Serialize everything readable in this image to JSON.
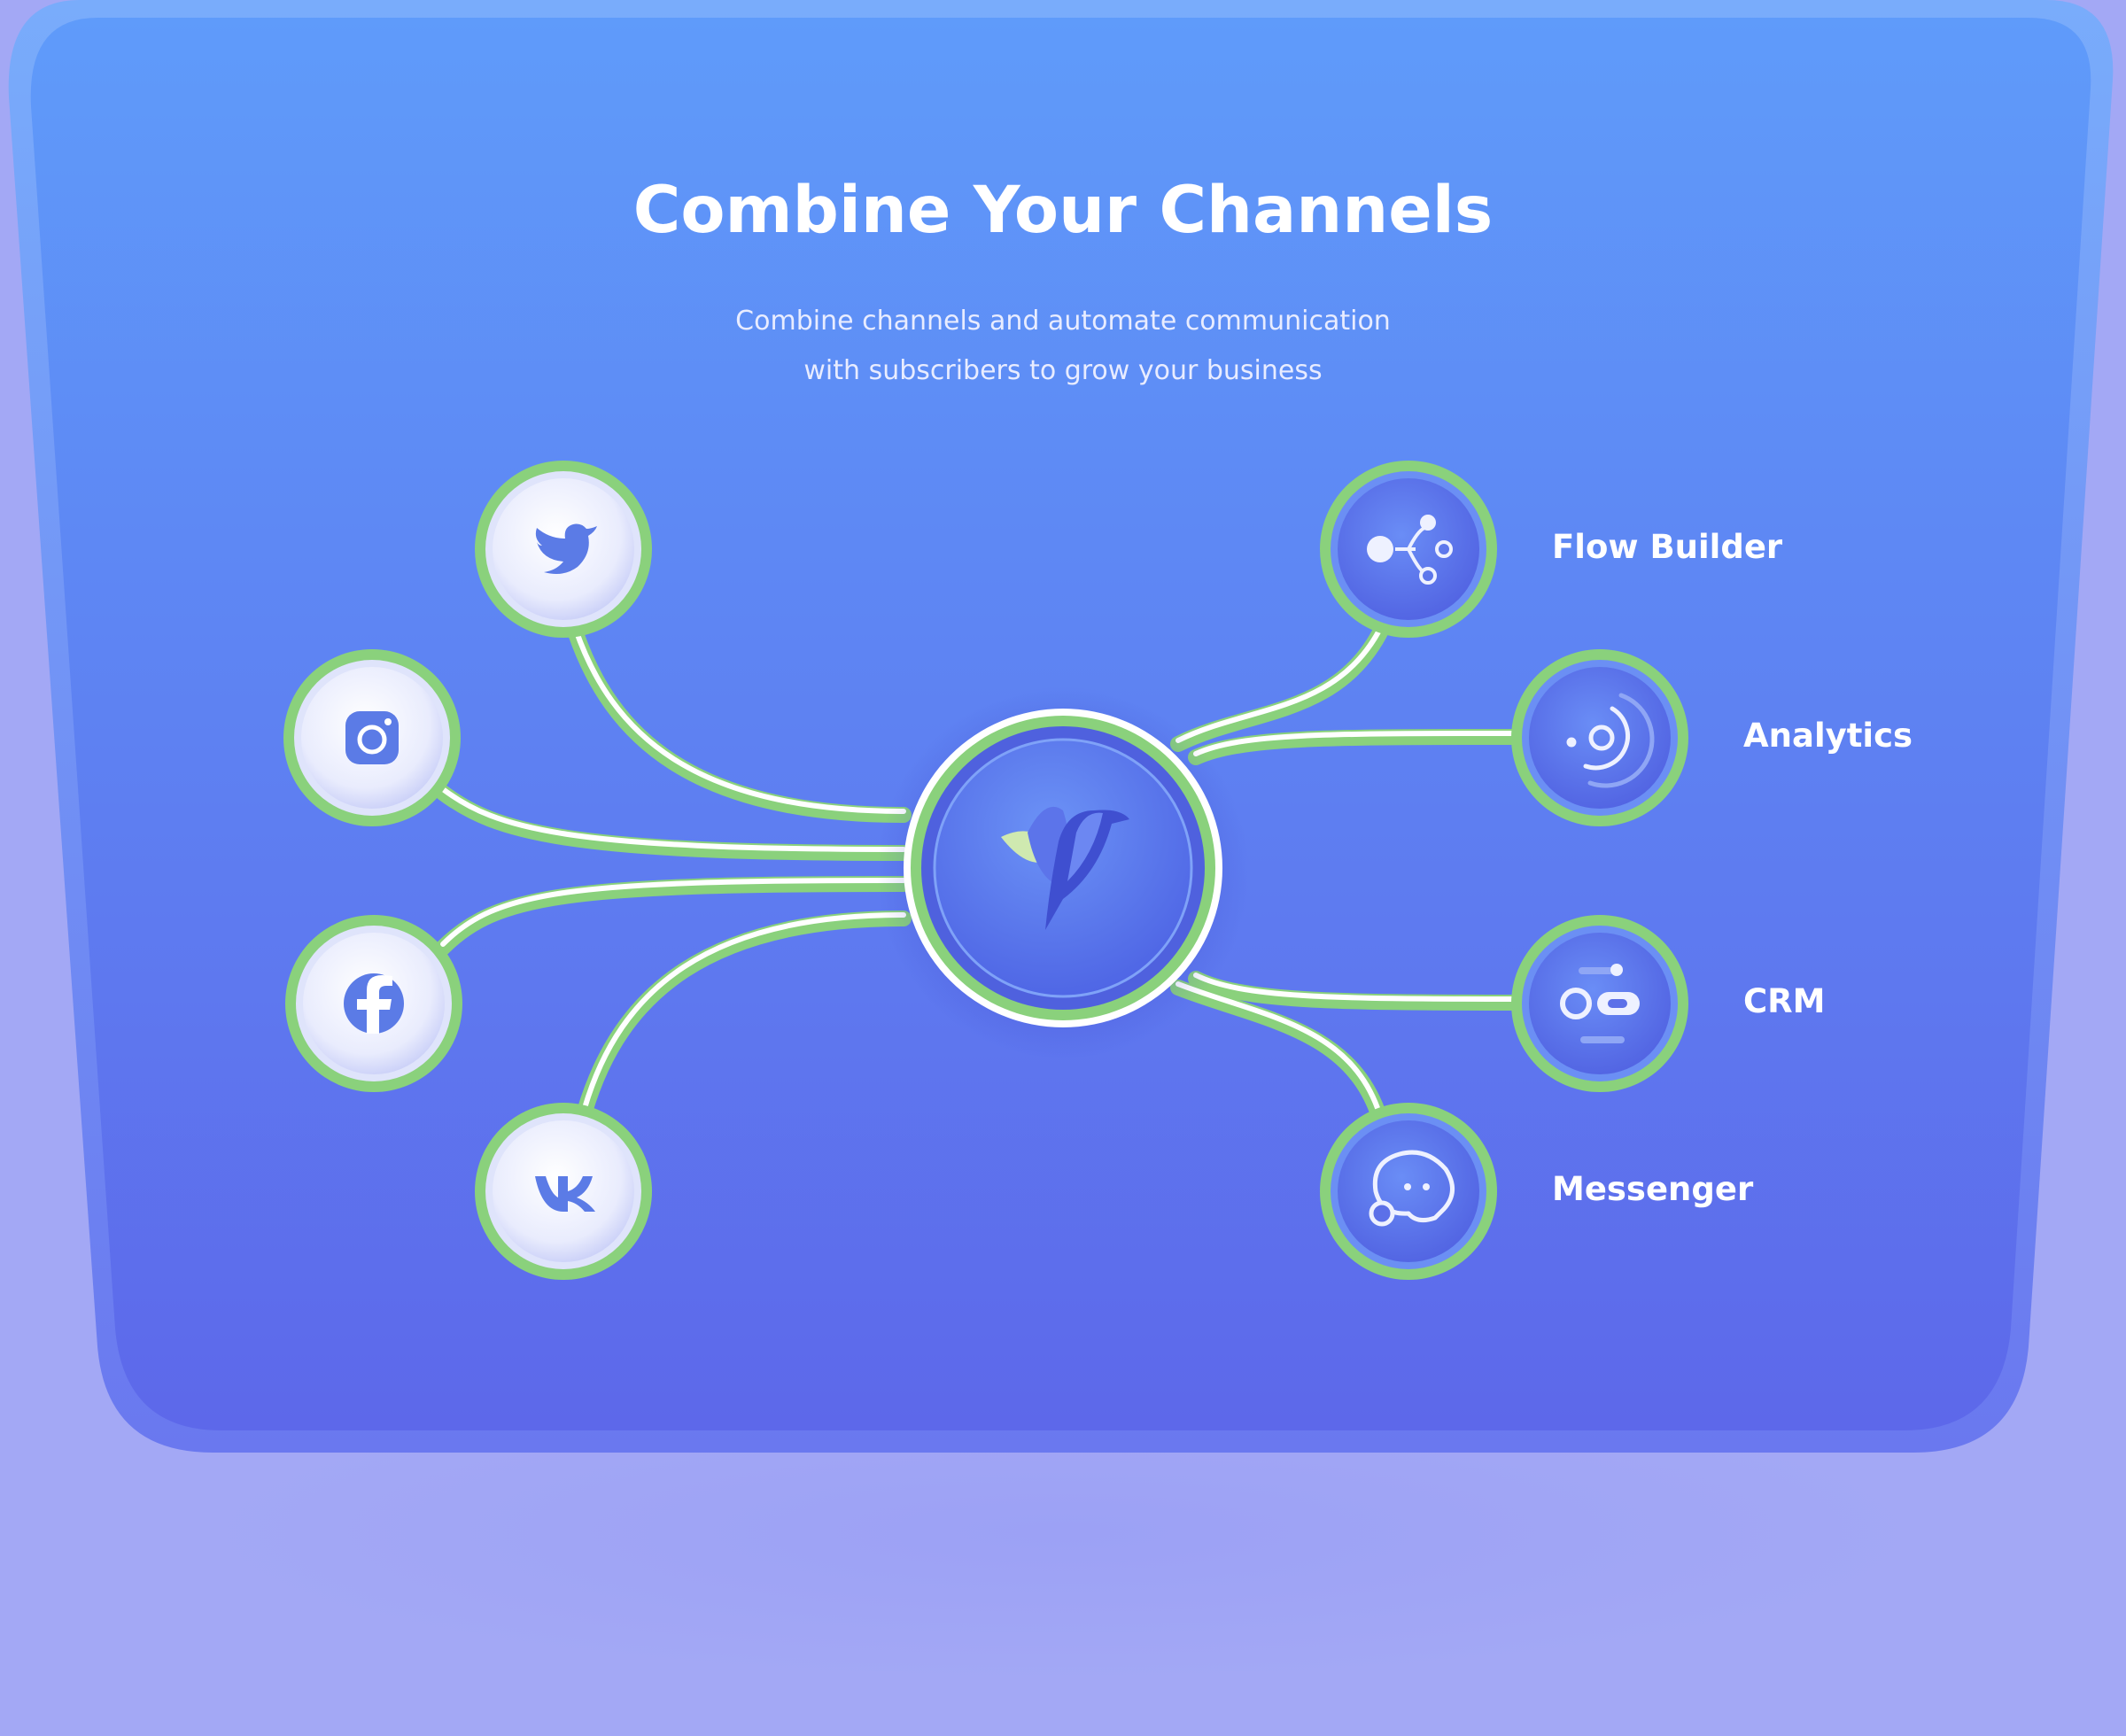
{
  "header": {
    "title": "Combine Your Channels",
    "subtitle_line1": "Combine channels and automate communication",
    "subtitle_line2": "with subscribers to grow your business"
  },
  "hub": {
    "icon": "bird-logo-icon"
  },
  "channels": [
    {
      "id": "twitter",
      "icon": "twitter-icon"
    },
    {
      "id": "instagram",
      "icon": "instagram-icon"
    },
    {
      "id": "facebook",
      "icon": "facebook-icon"
    },
    {
      "id": "vk",
      "icon": "vk-icon"
    }
  ],
  "features": [
    {
      "id": "flow-builder",
      "label": "Flow Builder",
      "icon": "flow-builder-icon"
    },
    {
      "id": "analytics",
      "label": "Analytics",
      "icon": "analytics-icon"
    },
    {
      "id": "crm",
      "label": "CRM",
      "icon": "crm-icon"
    },
    {
      "id": "messenger",
      "label": "Messenger",
      "icon": "messenger-icon"
    }
  ],
  "colors": {
    "page_background": "#a3a8f5",
    "card_top": "#5f9bfa",
    "card_bottom": "#5d68ea",
    "connector_green": "#8ad17c",
    "connector_white": "#ffffff",
    "text": "#ffffff"
  }
}
